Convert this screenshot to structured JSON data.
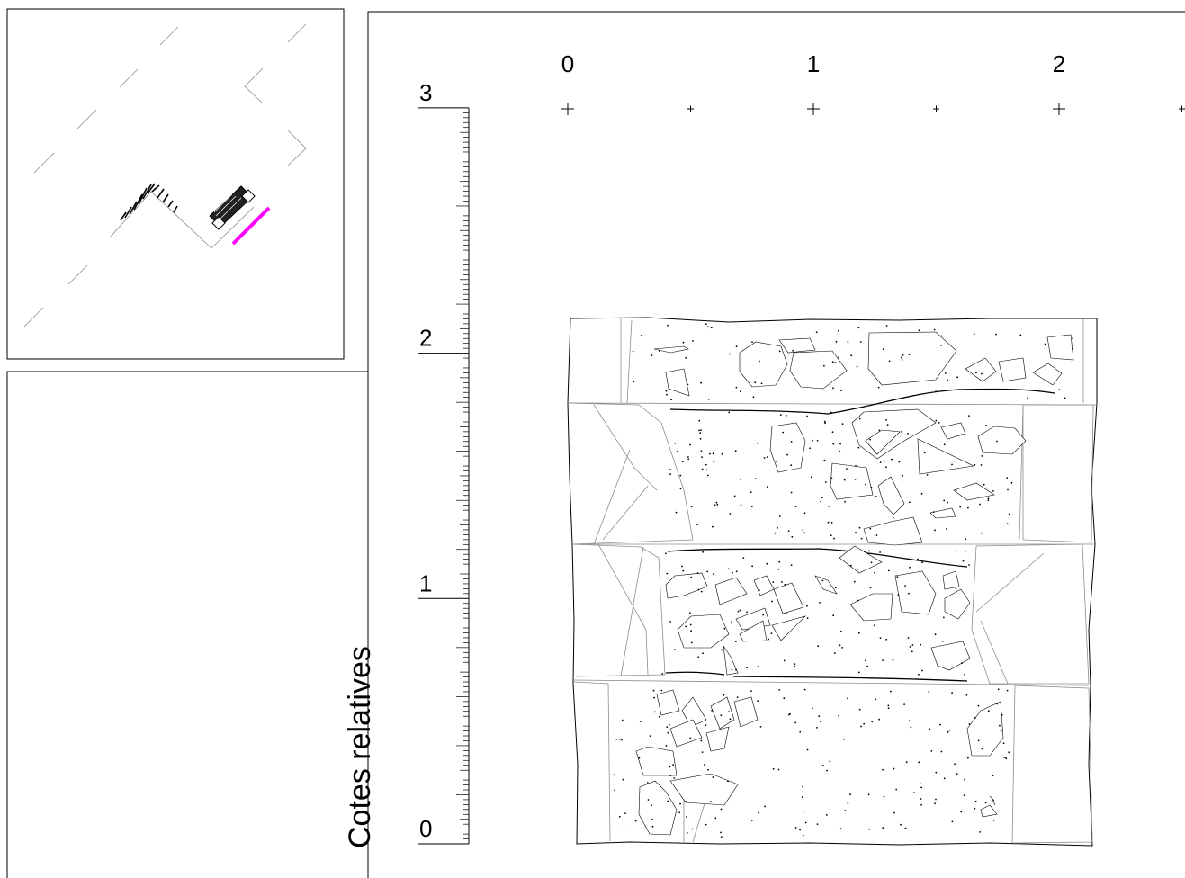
{
  "x_axis": {
    "ticks": [
      {
        "v": 0,
        "label": "0"
      },
      {
        "v": 1,
        "label": "1"
      },
      {
        "v": 2,
        "label": "2"
      }
    ],
    "minor_marks": [
      0,
      0.5,
      1,
      1.5,
      2,
      2.5
    ]
  },
  "y_axis": {
    "title": "Cotes relatives",
    "ticks": [
      {
        "v": 0,
        "label": "0"
      },
      {
        "v": 1,
        "label": "1"
      },
      {
        "v": 2,
        "label": "2"
      },
      {
        "v": 3,
        "label": "3"
      }
    ],
    "minor_step": 0.02
  },
  "inset": {
    "section_line_color": "#ff00ff"
  },
  "icons": {
    "plan_inset": "site-plan-map",
    "section": "wall-section-elevation"
  }
}
